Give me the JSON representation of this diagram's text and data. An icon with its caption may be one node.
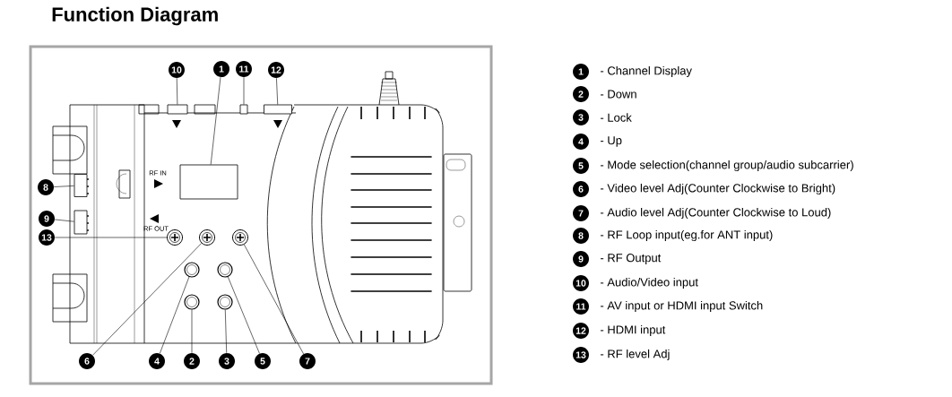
{
  "diagram": {
    "title": "Function Diagram",
    "nodes": [
      {
        "text": [
          "10"
        ]
      },
      {
        "text": [
          "1"
        ]
      },
      {
        "text": [
          "11"
        ]
      },
      {
        "text": [
          "12"
        ]
      },
      {
        "text": [
          "8"
        ]
      },
      {
        "text": [
          "9"
        ]
      },
      {
        "text": [
          "13"
        ]
      },
      {
        "text": [
          "6"
        ]
      },
      {
        "text": [
          "4"
        ]
      },
      {
        "text": [
          "2"
        ]
      },
      {
        "text": [
          "3"
        ]
      },
      {
        "text": [
          "5"
        ]
      },
      {
        "text": [
          "7"
        ]
      },
      {
        "text": [],
        "shape": "box"
      },
      {
        "text": [],
        "shape": "box"
      },
      {
        "text": [],
        "shape": "box"
      },
      {
        "text": [],
        "shape": "box"
      },
      {
        "text": [],
        "shape": "box"
      },
      {
        "text": [],
        "shape": "box"
      },
      {
        "text": [],
        "shape": "circle"
      },
      {
        "text": [],
        "shape": "circle"
      },
      {
        "text": [],
        "shape": "circle"
      },
      {
        "text": [],
        "shape": "circle"
      },
      {
        "text": [],
        "shape": "circle"
      },
      {
        "text": [],
        "shape": "circle"
      },
      {
        "text": [],
        "shape": "circle"
      },
      {
        "text": [
          "1"
        ],
        "beside": [
          "- Channel Display"
        ]
      },
      {
        "text": [
          "2"
        ],
        "beside": [
          "- Down"
        ]
      },
      {
        "text": [
          "3"
        ],
        "beside": [
          "- Lock"
        ]
      },
      {
        "text": [
          "4"
        ],
        "beside": [
          "- Up"
        ]
      },
      {
        "text": [
          "5"
        ],
        "beside": [
          "- Mode selection(channel group/audio subcarrier)"
        ]
      },
      {
        "text": [
          "6"
        ],
        "beside": [
          "- Video level Adj(Counter Clockwise to Bright)"
        ]
      },
      {
        "text": [
          "7"
        ],
        "beside": [
          "- Audio level Adj(Counter Clockwise to Loud)"
        ]
      },
      {
        "text": [
          "8"
        ],
        "beside": [
          "- RF Loop input(eg.for ANT input)"
        ]
      },
      {
        "text": [
          "9"
        ],
        "beside": [
          "- RF Output"
        ]
      },
      {
        "text": [
          "10"
        ],
        "beside": [
          "- Audio/Video input"
        ]
      },
      {
        "text": [
          "11"
        ],
        "beside": [
          "- AV input or HDMI input Switch"
        ]
      },
      {
        "text": [
          "12"
        ],
        "beside": [
          "- HDMI input"
        ]
      },
      {
        "text": [
          "13"
        ],
        "beside": [
          "- RF level Adj"
        ]
      }
    ],
    "edges": [
      {
        "from": 0,
        "to": 13,
        "arrow": "none"
      },
      {
        "from": 1,
        "to": 14,
        "arrow": "none"
      },
      {
        "from": 2,
        "to": 15,
        "arrow": "none"
      },
      {
        "from": 3,
        "to": 16,
        "arrow": "none"
      },
      {
        "from": 4,
        "to": 17,
        "arrow": "none"
      },
      {
        "from": 5,
        "to": 18,
        "arrow": "none"
      },
      {
        "from": 6,
        "to": 19,
        "arrow": "none"
      },
      {
        "from": 7,
        "to": 20,
        "arrow": "none"
      },
      {
        "from": 8,
        "to": 22,
        "arrow": "none"
      },
      {
        "from": 9,
        "to": 24,
        "arrow": "none"
      },
      {
        "from": 10,
        "to": 25,
        "arrow": "none"
      },
      {
        "from": 11,
        "to": 23,
        "arrow": "none"
      },
      {
        "from": 12,
        "to": 21,
        "arrow": "none"
      }
    ],
    "labels": [
      "RF IN",
      "RF OUT"
    ]
  }
}
